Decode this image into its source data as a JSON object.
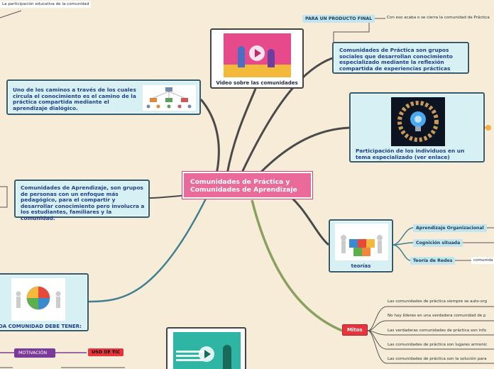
{
  "central": {
    "title": "Comunidades de Práctica y Comunidades de Aprendizaje"
  },
  "nodes": {
    "top_left_note": "La participación educativa de la comunidad",
    "video_comunidades": "Video sobre las comunidades",
    "caminos": "Uno de los caminos a través de los cuales circula el conocimiento es el camino de la práctica compartida mediante el aprendizaje dialógico.",
    "cp_grupos": "Comunidades de Práctica son grupos sociales que desarrollan conocimiento especializado mediante la reflexión compartida de experiencias prácticas",
    "para_producto": "PARA UN PRODUCTO FINAL",
    "para_producto_text": "Con eso acaba o se cierra la comunidad de Práctica",
    "participacion": "Participación de los individuos en un tema especializado (ver enlace)",
    "ca_grupos": "Comunidades de Aprendizaje, son grupos de personas con un enfoque más pedagógico, para el compartir y desarrollar conocimiento pero involucra a los estudiantes, familiares y la comunidad.",
    "teorias": "teorías",
    "teorias_items": [
      "Aprendizaje Organizacional",
      "Cognición situada",
      "Teoría de Redes"
    ],
    "teorias_extra": "comunida",
    "comunidad_debe": "DA COMUNIDAD DEBE TENER:",
    "motivacion": "MOTIVACIÓN",
    "uso_tic": "USO DE TIC",
    "mitos": "Mitos",
    "mitos_items": [
      "Las comunidades de práctica siempre se auto-org",
      "No hay líderes en una verdadera comunidad de p",
      "Las verdaderas comunidades de práctica son info",
      "Las comunidades de práctica son lugares armonic",
      "Las comunidades de práctica son la solución para"
    ]
  },
  "colors": {
    "background": "#f7ecd8",
    "central": "#ea6b99",
    "teal_fill": "#d6f0f4",
    "teal_border": "#2f5c70",
    "link_dark": "#4a4a4a",
    "link_teal": "#3f7f8f",
    "link_green": "#8aa060",
    "link_purple": "#7b3a9a",
    "mitos": "#e8343c"
  },
  "icons": {
    "video_thumb": "play-video-icon",
    "network_img": "network-diagram-icon",
    "bulb_img": "lightbulb-ring-icon",
    "people_img": "puzzle-people-icon",
    "puzzle_img": "puzzle-circle-icon",
    "video2_thumb": "play-video-icon"
  }
}
